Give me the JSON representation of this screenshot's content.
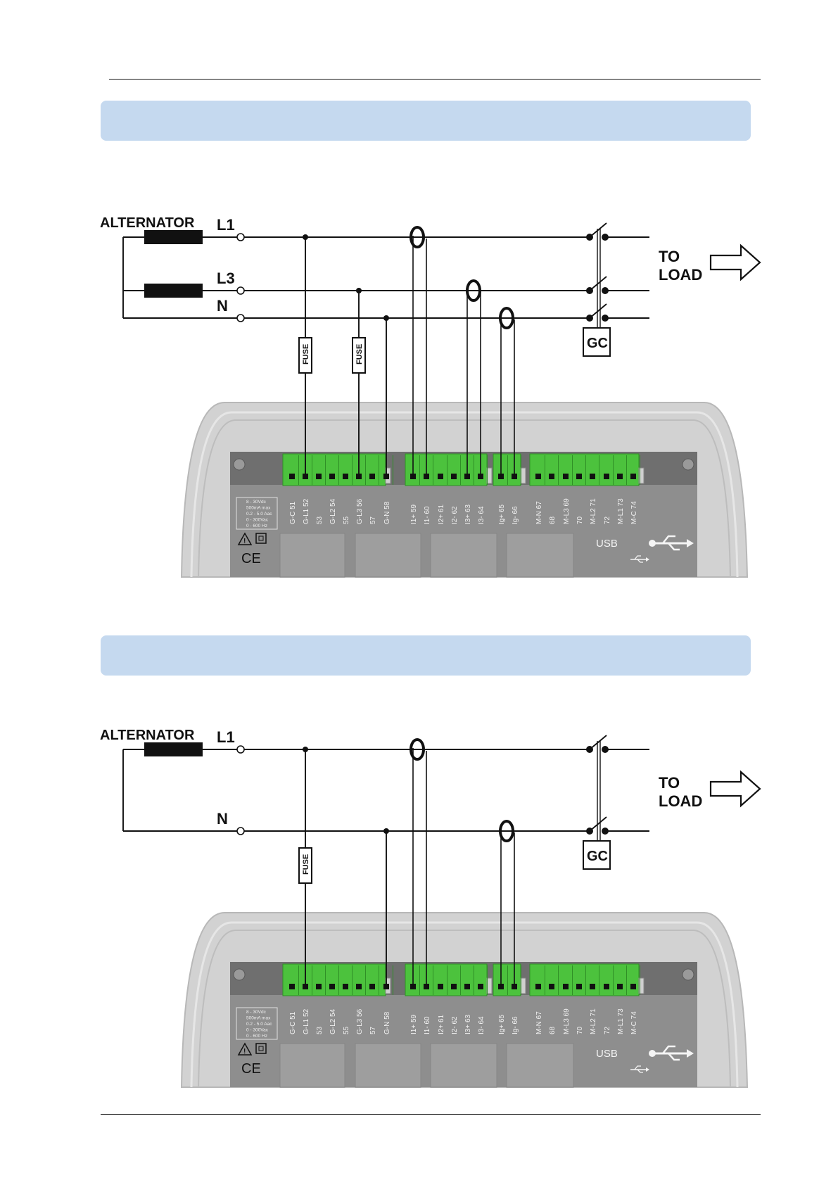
{
  "diagrams": [
    {
      "id": "d1",
      "alternator": "ALTERNATOR",
      "phase_labels": [
        "L1",
        "L3",
        "N"
      ],
      "fuse_label": "FUSE",
      "breaker_label": "GC",
      "load_label": [
        "TO",
        "LOAD"
      ]
    },
    {
      "id": "d2",
      "alternator": "ALTERNATOR",
      "phase_labels": [
        "L1",
        "N"
      ],
      "fuse_label": "FUSE",
      "breaker_label": "GC",
      "load_label": [
        "TO",
        "LOAD"
      ]
    }
  ],
  "controller": {
    "terminals": [
      "G-C 51",
      "G-L1 52",
      "53",
      "G-L2 54",
      "55",
      "G-L3 56",
      "57",
      "G-N 58",
      "I1+ 59",
      "I1- 60",
      "I2+ 61",
      "I2- 62",
      "I3+ 63",
      "I3- 64",
      "Ig+ 65",
      "Ig- 66",
      "M-N 67",
      "68",
      "M-L3 69",
      "70",
      "M-L2 71",
      "72",
      "M-L1 73",
      "M-C 74"
    ],
    "ratings": [
      "8 - 30Vdc",
      "500mA max",
      "0.2 - 5.0 Aac",
      "0 - 300Vac",
      "0 - 600 Hz"
    ],
    "usb_label": "USB",
    "ce_mark": "CE",
    "colors": {
      "terminal_green": "#4cc23d",
      "panel": "#8e8e8e",
      "housing": "#d2d2d2"
    }
  }
}
